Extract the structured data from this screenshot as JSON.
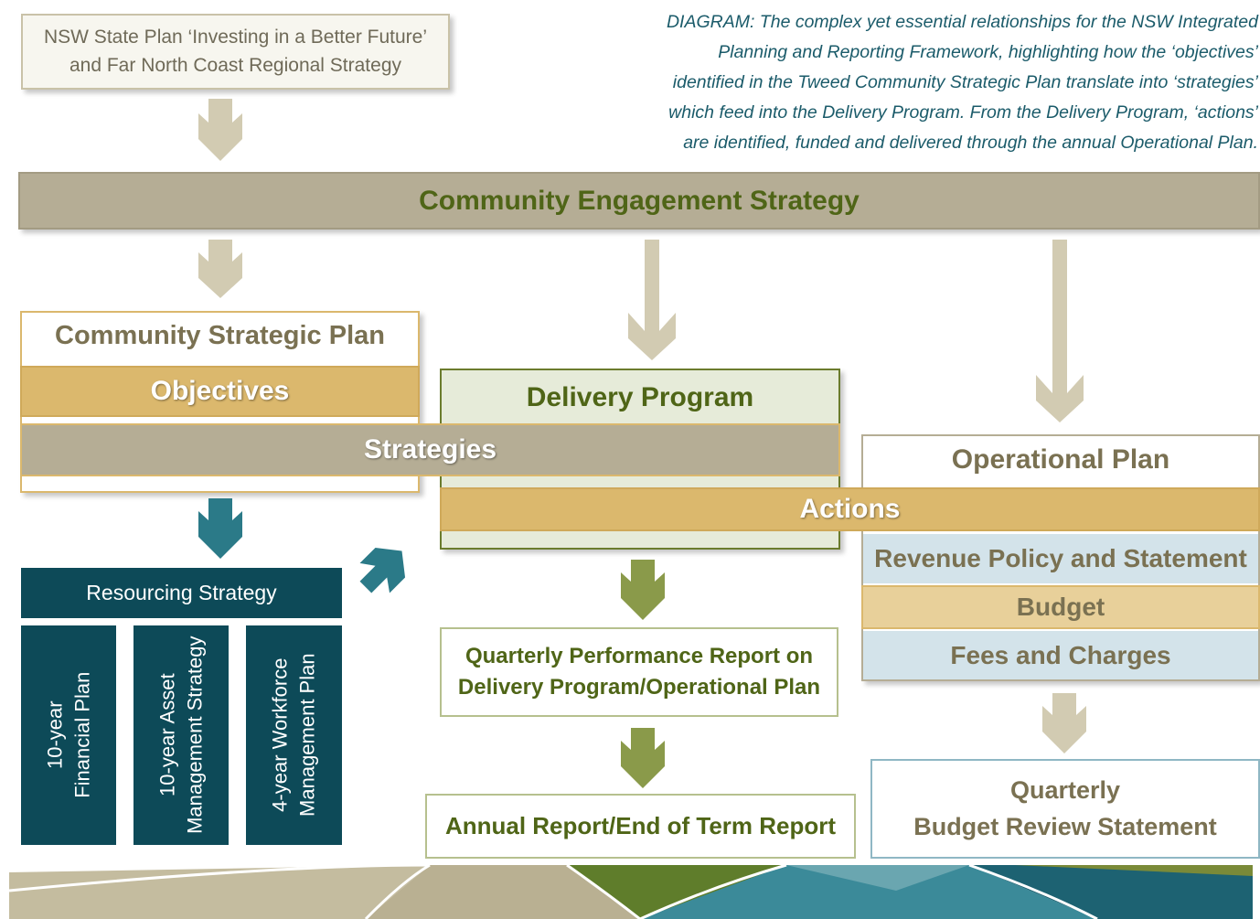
{
  "top_box": {
    "line1": "NSW State Plan ‘Investing in a Better Future’",
    "line2": "and Far North Coast Regional Strategy"
  },
  "caption": {
    "line1": "DIAGRAM: The complex yet essential relationships for the NSW Integrated",
    "line2": "Planning and Reporting Framework, highlighting how the ‘objectives’",
    "line3": "identified in the Tweed Community Strategic Plan translate into ‘strategies’",
    "line4": "which feed into the Delivery Program.  From the Delivery Program, ‘actions’",
    "line5": "are identified, funded and delivered through the annual Operational Plan."
  },
  "community_engagement": "Community Engagement Strategy",
  "csp": {
    "title": "Community Strategic Plan",
    "objectives": "Objectives",
    "strategies": "Strategies"
  },
  "delivery_program": {
    "title": "Delivery Program",
    "actions": "Actions"
  },
  "operational_plan": {
    "title": "Operational Plan",
    "revenue": "Revenue Policy and Statement",
    "budget": "Budget",
    "fees": "Fees and Charges"
  },
  "resourcing": {
    "title": "Resourcing Strategy",
    "financial": {
      "line1": "10-year",
      "line2": "Financial Plan"
    },
    "asset": {
      "line1": "10-year Asset",
      "line2": "Management Strategy"
    },
    "workforce": {
      "line1": "4-year Workforce",
      "line2": "Management Plan"
    }
  },
  "quarterly_report": {
    "line1": "Quarterly Performance Report on",
    "line2": "Delivery Program/Operational Plan"
  },
  "annual_report": "Annual Report/End of Term Report",
  "quarterly_budget": {
    "line1": "Quarterly",
    "line2": "Budget Review Statement"
  },
  "colors": {
    "tan": "#b5ad95",
    "tan_light": "#d2cbb2",
    "gold": "#dbb86d",
    "gold_light": "#e8d09a",
    "olive_text": "#5a6e1a",
    "teal_dark": "#0d4a58",
    "teal_arrow": "#2b7a88",
    "green_arrow": "#8a9a4a",
    "light_blue": "#d3e3ea",
    "pale_green": "#e6ebd9"
  },
  "icons": [
    "down-arrow-icon",
    "diagonal-arrow-icon"
  ]
}
